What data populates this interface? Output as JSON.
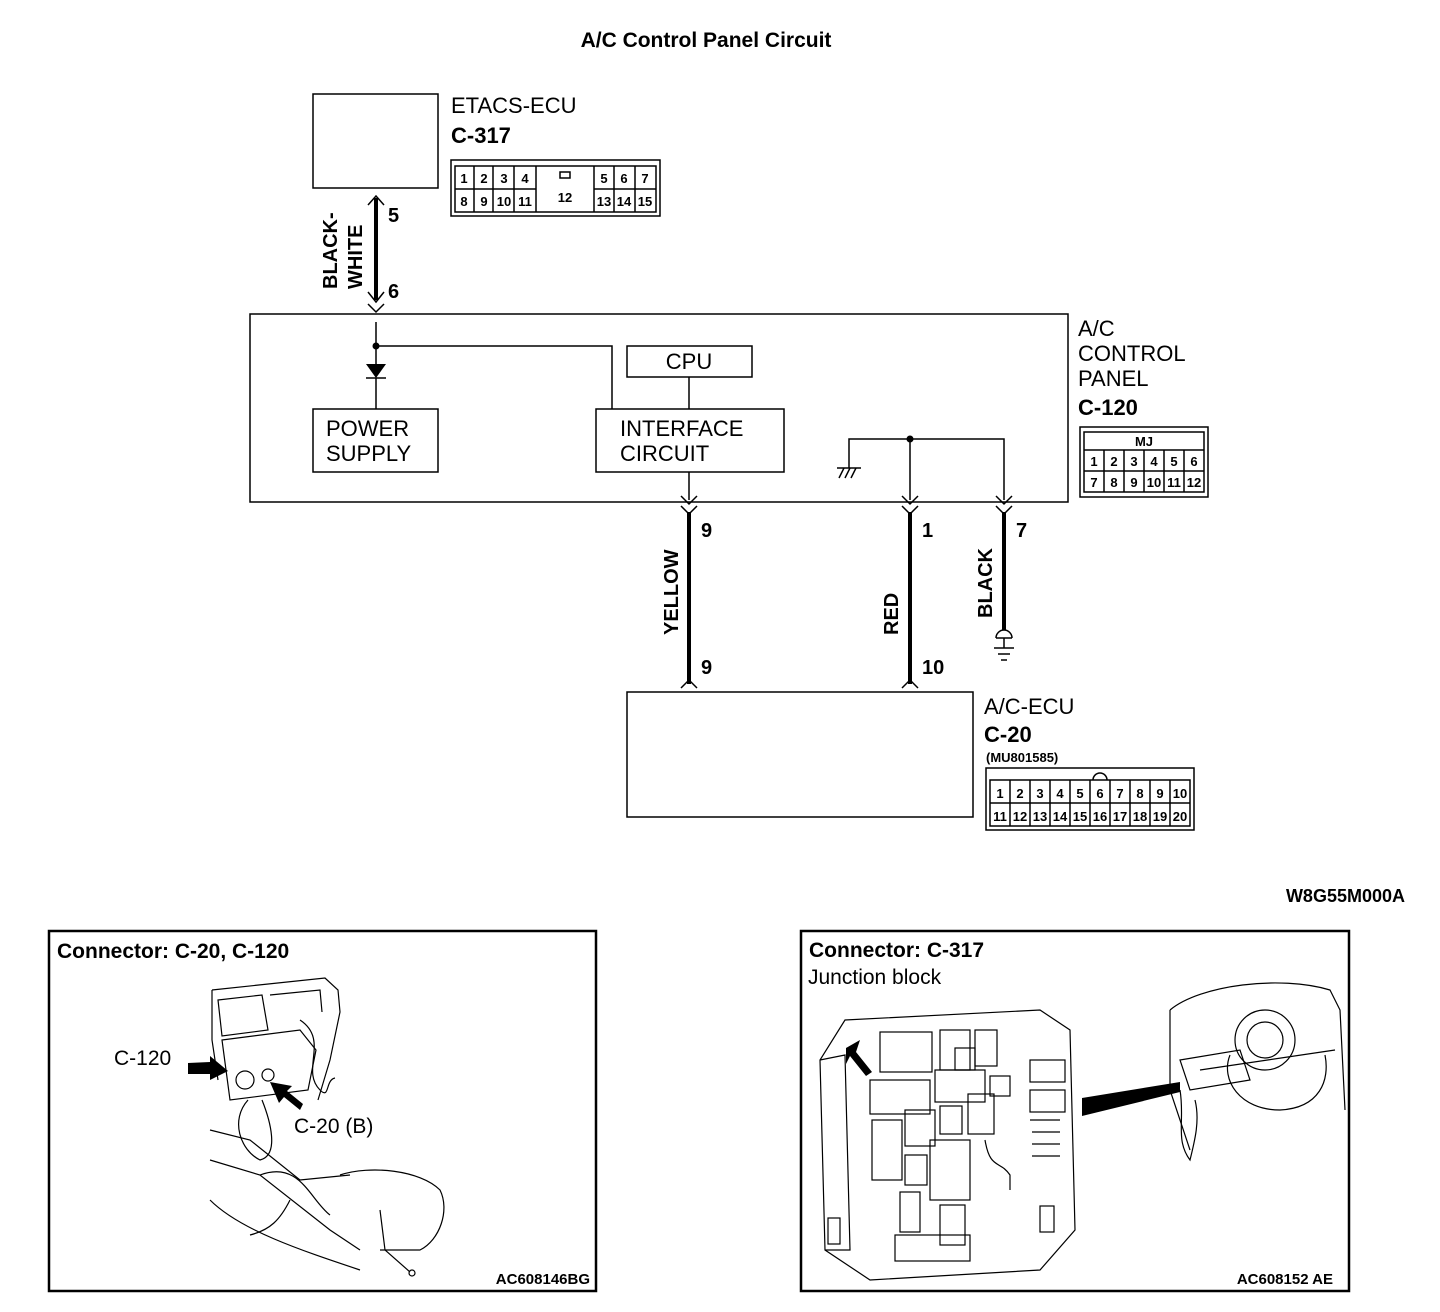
{
  "title": "A/C Control Panel Circuit",
  "diagram_code": "W8G55M000A",
  "etacs": {
    "name": "ETACS-ECU",
    "connector": "C-317",
    "pins_top": [
      "1",
      "2",
      "3",
      "4",
      "12",
      "5",
      "6",
      "7"
    ],
    "pins_bottom": [
      "8",
      "9",
      "10",
      "11",
      "13",
      "14",
      "15"
    ]
  },
  "ac_panel": {
    "name_line1": "A/C",
    "name_line2": "CONTROL",
    "name_line3": "PANEL",
    "connector": "C-120",
    "connector_tag": "MJ",
    "pins_top": [
      "1",
      "2",
      "3",
      "4",
      "5",
      "6"
    ],
    "pins_bottom": [
      "7",
      "8",
      "9",
      "10",
      "11",
      "12"
    ],
    "blocks": {
      "power_line1": "POWER",
      "power_line2": "SUPPLY",
      "cpu": "CPU",
      "interface_line1": "INTERFACE",
      "interface_line2": "CIRCUIT"
    }
  },
  "ac_ecu": {
    "name": "A/C-ECU",
    "connector": "C-20",
    "part_no": "(MU801585)",
    "pins_top": [
      "1",
      "2",
      "3",
      "4",
      "5",
      "6",
      "7",
      "8",
      "9",
      "10"
    ],
    "pins_bottom": [
      "11",
      "12",
      "13",
      "14",
      "15",
      "16",
      "17",
      "18",
      "19",
      "20"
    ]
  },
  "wires": {
    "black_white": {
      "color_line1": "BLACK-",
      "color_line2": "WHITE",
      "pin_from": "5",
      "pin_to": "6"
    },
    "yellow": {
      "color": "YELLOW",
      "pin_from": "9",
      "pin_to": "9"
    },
    "red": {
      "color": "RED",
      "pin_from": "1",
      "pin_to": "10"
    },
    "black": {
      "color": "BLACK",
      "pin_from": "7"
    }
  },
  "panel_left": {
    "title": "Connector: C-20, C-120",
    "label_a": "C-120",
    "label_b": "C-20 (B)",
    "code": "AC608146BG"
  },
  "panel_right": {
    "title": "Connector: C-317",
    "subtitle": "Junction block",
    "code": "AC608152 AE"
  }
}
